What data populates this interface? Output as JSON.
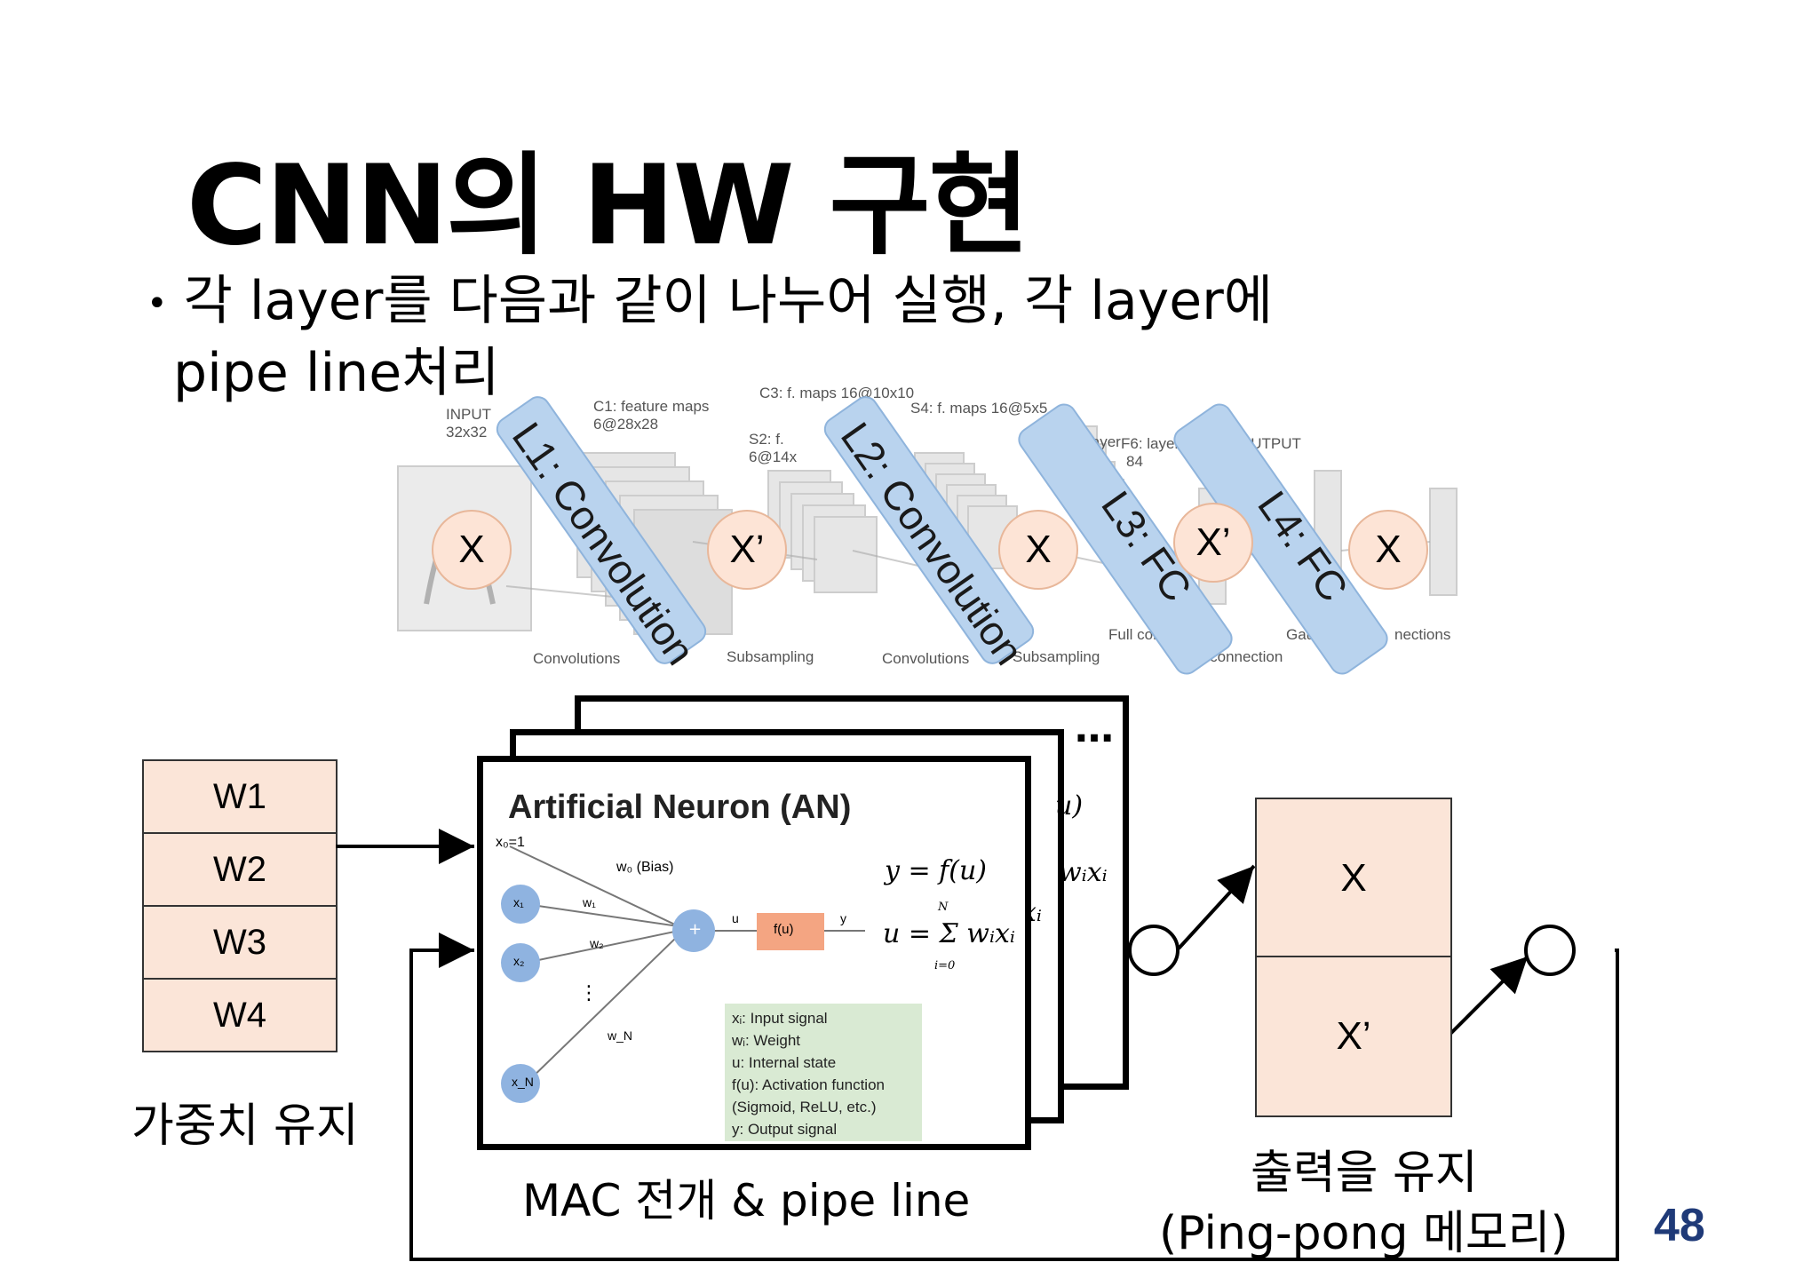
{
  "slide": {
    "title": "CNN의 HW 구현",
    "bullet_marker": "•",
    "bullet_line1": "각 layer를 다음과 같이 나누어 실행, 각 layer에",
    "bullet_line2": "pipe line처리",
    "page_number": "48"
  },
  "network": {
    "background_labels": {
      "input": "INPUT",
      "input_size": "32x32",
      "c1": "C1: feature maps",
      "c1_size": "6@28x28",
      "s2": "S2: f.",
      "s2_size": "6@14x",
      "c3": "C3: f. maps 16@10x10",
      "s4": "S4: f. maps 16@5x5",
      "c5": "layer",
      "f6": "F6: layer",
      "f6_size": "84",
      "output": "OUTPUT",
      "convolutions_1": "Convolutions",
      "subsampling_1": "Subsampling",
      "convolutions_2": "Convolutions",
      "subsampling_2": "Subsampling",
      "full_conn": "Full conn",
      "full_connection": "Full connection",
      "gaussian": "Gaus",
      "connections": "nections"
    },
    "layers": [
      "L1: Convolution",
      "L2: Convolution",
      "L3: FC",
      "L4: FC"
    ],
    "buffers": [
      "X",
      "X’",
      "X",
      "X’",
      "X"
    ]
  },
  "weights": {
    "items": [
      "W1",
      "W2",
      "W3",
      "W4"
    ],
    "caption": "가중치 유지"
  },
  "neuron": {
    "title": "Artificial Neuron (AN)",
    "x0": "x₀=1",
    "bias": "w₀ (Bias)",
    "inputs": [
      "x₁",
      "x₂",
      "x_N"
    ],
    "weights": [
      "w₁",
      "w₂",
      "w_N"
    ],
    "vdots": "⋮",
    "sum_symbol": "+",
    "u": "u",
    "activation": "f(u)",
    "y": "y",
    "eq1": "y = f(u)",
    "eq2": "u = Σ wᵢxᵢ",
    "eq2_top": "N",
    "eq2_bottom": "i=0",
    "legend": [
      "xᵢ: Input signal",
      "wᵢ: Weight",
      "u: Internal state",
      "f(u): Activation function",
      "(Sigmoid, ReLU, etc.)",
      "y: Output signal"
    ],
    "back_card_fragments": [
      "u)",
      "wᵢxᵢ",
      "xᵢ"
    ],
    "ellipsis": "…",
    "caption": "MAC 전개  & pipe line"
  },
  "output_buffer": {
    "items": [
      "X",
      "X’"
    ],
    "caption1": "출력을 유지",
    "caption2": "(Ping-pong 메모리)"
  },
  "colors": {
    "buffer_fill": "#fde4d6",
    "lane_fill": "#b9d3ee",
    "weight_fill": "#fbe5d8",
    "neuron_node": "#8fb3e0",
    "activation_box": "#f4a582",
    "legend_fill": "#d9ead3",
    "page_number": "#1f3a78"
  }
}
